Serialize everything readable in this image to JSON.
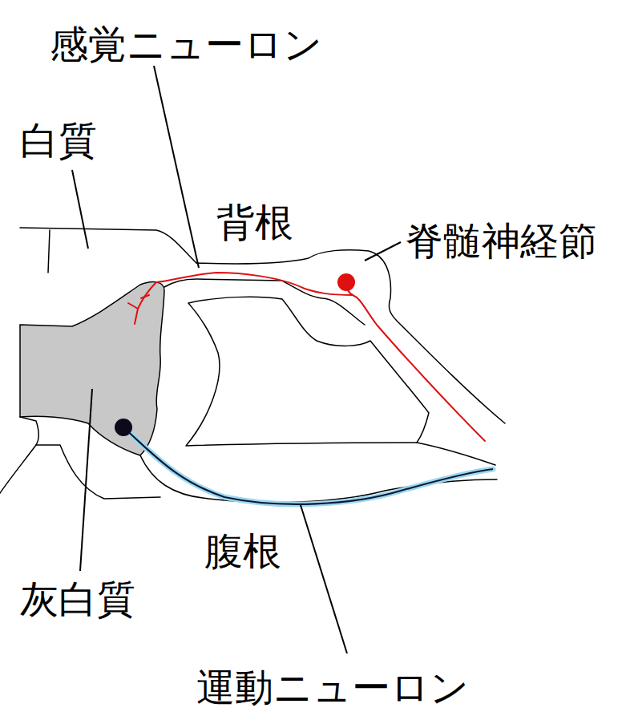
{
  "diagram": {
    "labels": [
      "感覚ニューロン",
      "白質",
      "背根",
      "脊髄神経節",
      "灰白質",
      "腹根",
      "運動ニューロン"
    ]
  }
}
